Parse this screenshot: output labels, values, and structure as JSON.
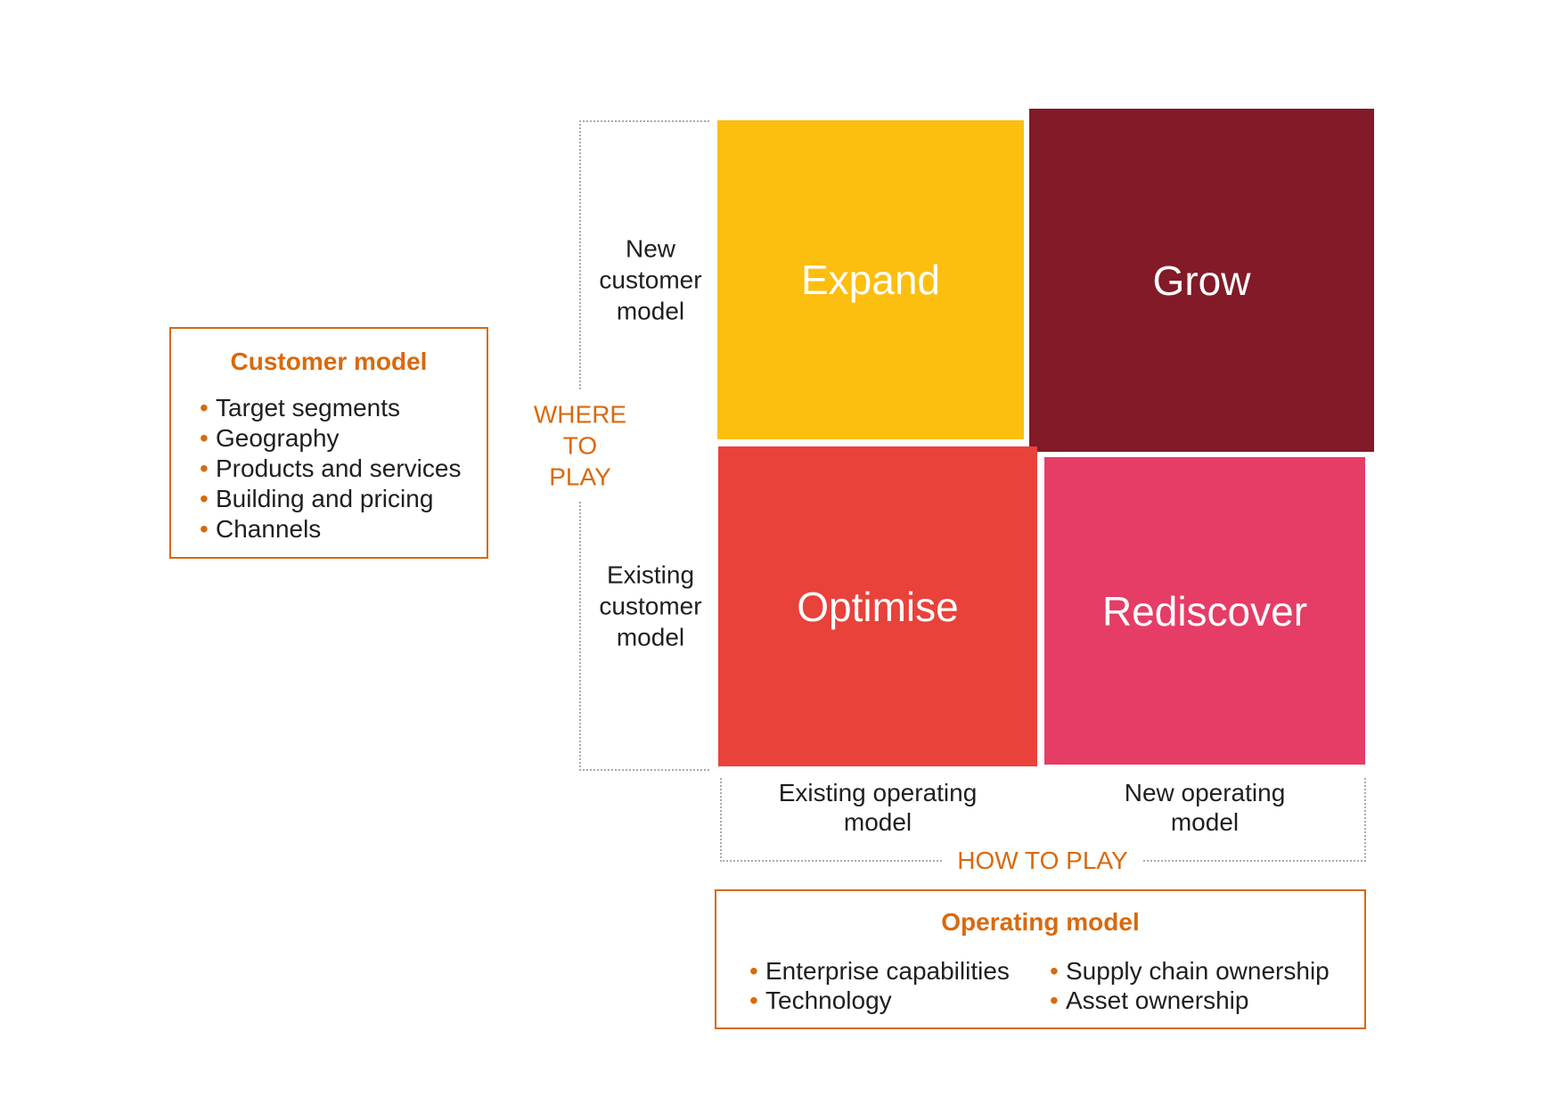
{
  "colors": {
    "accent_orange": "#d9690d",
    "expand_yellow": "#fcbe0f",
    "grow_maroon": "#821a28",
    "optimise_red": "#e8423a",
    "rediscover_pink": "#e53d66",
    "dotted_line_gray": "#ababab",
    "label_text": "#1f1f1f",
    "quadrant_text": "#ffffff"
  },
  "matrix": {
    "quadrants": {
      "expand": {
        "label": "Expand"
      },
      "grow": {
        "label": "Grow"
      },
      "optimise": {
        "label": "Optimise"
      },
      "rediscover": {
        "label": "Rediscover"
      }
    }
  },
  "axes": {
    "y_title_lines": [
      "WHERE",
      "TO",
      "PLAY"
    ],
    "y_top_lines": [
      "New",
      "customer",
      "model"
    ],
    "y_bottom_lines": [
      "Existing",
      "customer",
      "model"
    ],
    "x_title": "HOW TO PLAY",
    "x_left_lines": [
      "Existing operating",
      "model"
    ],
    "x_right_lines": [
      "New operating",
      "model"
    ]
  },
  "customer_model_box": {
    "title": "Customer model",
    "bullets": [
      "Target segments",
      "Geography",
      "Products and services",
      "Building and pricing",
      "Channels"
    ]
  },
  "operating_model_box": {
    "title": "Operating model",
    "columns": [
      [
        "Enterprise capabilities",
        "Technology"
      ],
      [
        "Supply chain ownership",
        "Asset ownership"
      ]
    ]
  }
}
